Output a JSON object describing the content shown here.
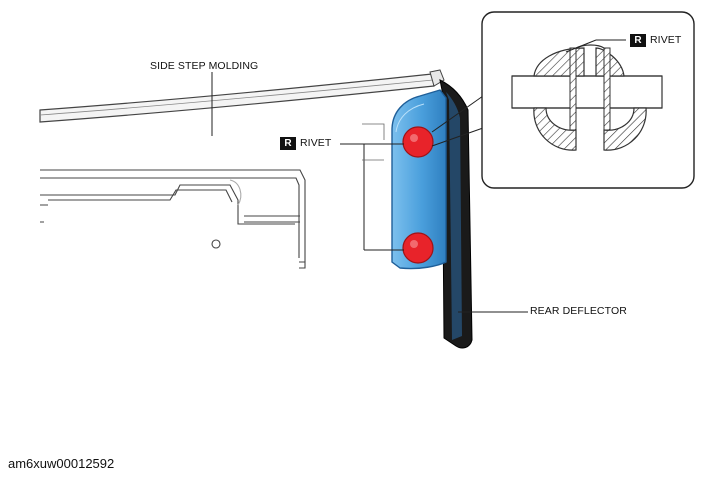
{
  "labels": {
    "side_step_molding": "SIDE STEP MOLDING",
    "rivet_main": "RIVET",
    "rivet_detail": "RIVET",
    "rear_deflector": "REAR DEFLECTOR",
    "badge_letter": "R"
  },
  "document_id": "am6xuw00012592",
  "colors": {
    "deflector_fill": "#4a9fdc",
    "deflector_edge": "#1f5f99",
    "rivet_red": "#e8232a",
    "line": "#222222"
  }
}
